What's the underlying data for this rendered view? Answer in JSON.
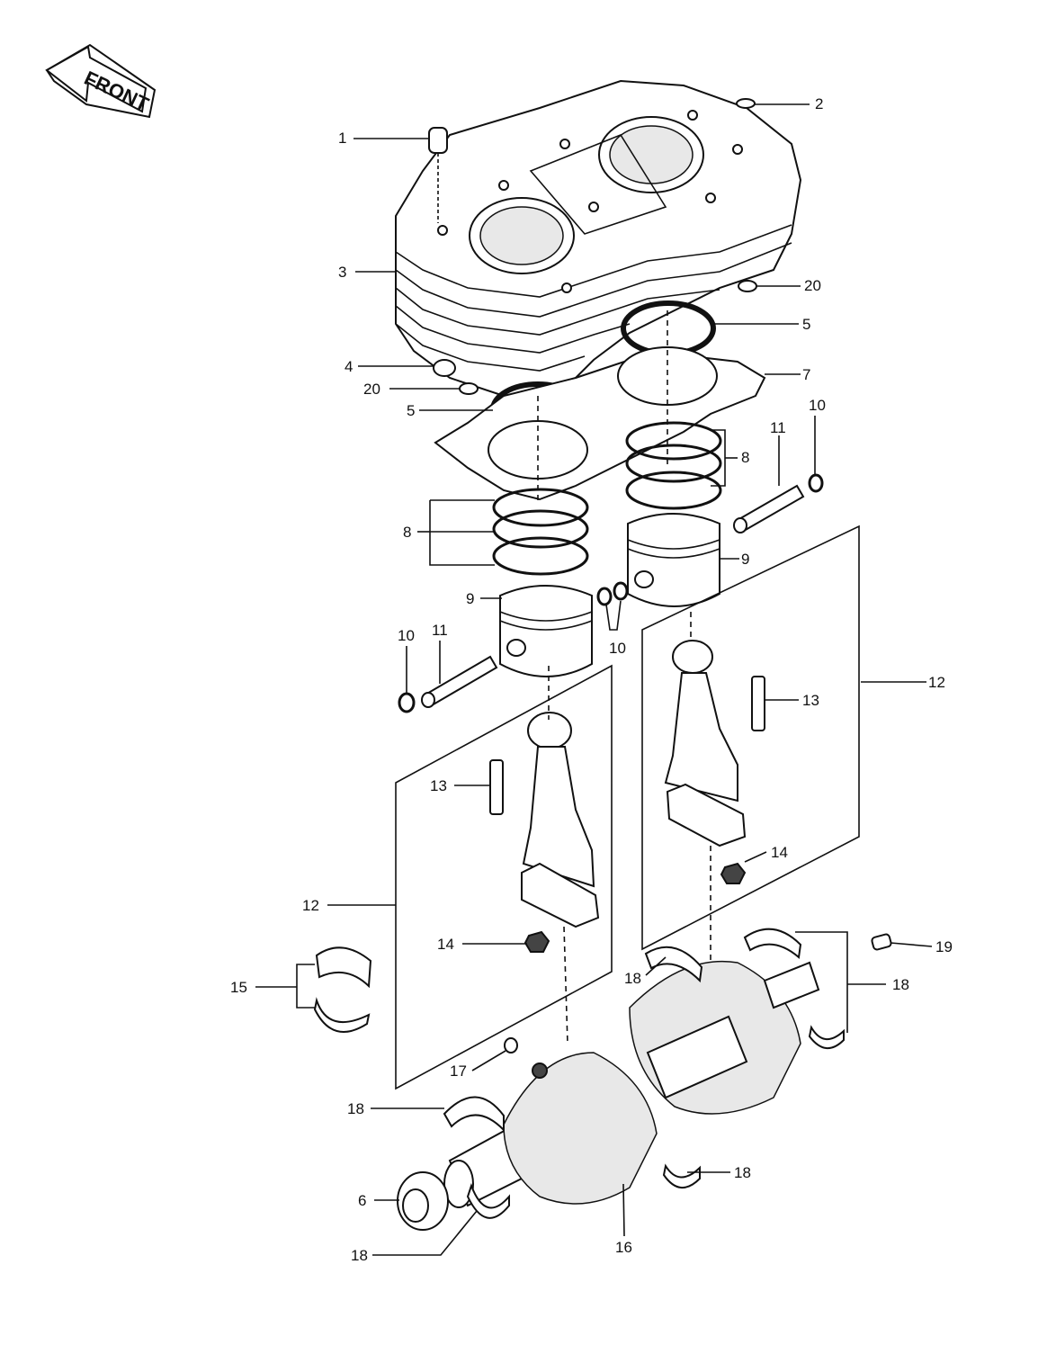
{
  "front_badge": {
    "label": "FRONT"
  },
  "callouts": [
    {
      "id": "c1",
      "label": "1"
    },
    {
      "id": "c2",
      "label": "2"
    },
    {
      "id": "c3",
      "label": "3"
    },
    {
      "id": "c4",
      "label": "4"
    },
    {
      "id": "c20a",
      "label": "20"
    },
    {
      "id": "c20b",
      "label": "20"
    },
    {
      "id": "c5a",
      "label": "5"
    },
    {
      "id": "c5b",
      "label": "5"
    },
    {
      "id": "c7",
      "label": "7"
    },
    {
      "id": "c8a",
      "label": "8"
    },
    {
      "id": "c8b",
      "label": "8"
    },
    {
      "id": "c9a",
      "label": "9"
    },
    {
      "id": "c9b",
      "label": "9"
    },
    {
      "id": "c10a",
      "label": "10"
    },
    {
      "id": "c10b",
      "label": "10"
    },
    {
      "id": "c10c",
      "label": "10"
    },
    {
      "id": "c11a",
      "label": "11"
    },
    {
      "id": "c11b",
      "label": "11"
    },
    {
      "id": "c12a",
      "label": "12"
    },
    {
      "id": "c12b",
      "label": "12"
    },
    {
      "id": "c13a",
      "label": "13"
    },
    {
      "id": "c13b",
      "label": "13"
    },
    {
      "id": "c14a",
      "label": "14"
    },
    {
      "id": "c14b",
      "label": "14"
    },
    {
      "id": "c15",
      "label": "15"
    },
    {
      "id": "c6",
      "label": "6"
    },
    {
      "id": "c16",
      "label": "16"
    },
    {
      "id": "c17",
      "label": "17"
    },
    {
      "id": "c18a",
      "label": "18"
    },
    {
      "id": "c18b",
      "label": "18"
    },
    {
      "id": "c18c",
      "label": "18"
    },
    {
      "id": "c18d",
      "label": "18"
    },
    {
      "id": "c18e",
      "label": "18"
    },
    {
      "id": "c19",
      "label": "19"
    }
  ]
}
